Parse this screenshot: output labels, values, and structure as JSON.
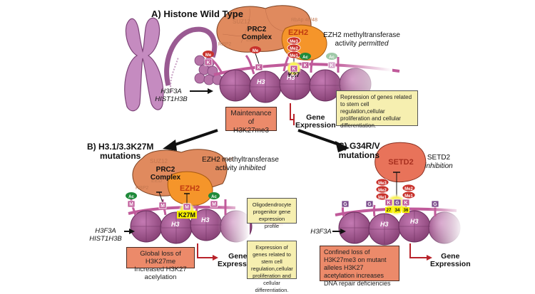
{
  "panels": {
    "a": {
      "title": "A) Histone Wild Type",
      "complex_label_1": "PRC2",
      "complex_label_2": "Complex",
      "subunits": [
        "SUZ12",
        "RbAp 46/48",
        "RBP2",
        "EED"
      ],
      "enzyme": "EZH2",
      "methyl_stack": [
        "Me3",
        "Me2",
        "Me1"
      ],
      "residue": "K27",
      "note_line1": "EZH2 methyltransferase",
      "note_line2_prefix": "activity ",
      "note_line2_em": "permitted",
      "genes": [
        "H3F3A",
        "HIST1H3B"
      ],
      "outcome": "Maintenance of H3K27me3",
      "gene_expression": [
        "Gene",
        "Expression"
      ],
      "effect_box": "Repression of genes related to stem cell regulation,cellular proliferation and cellular differentiation.",
      "marks": [
        "Me",
        "Me",
        "Ac",
        "Ac"
      ]
    },
    "b": {
      "title_line1": "B) H3.1/3.3K27M",
      "title_line2": "mutations",
      "complex_label_1": "PRC2",
      "complex_label_2": "Complex",
      "subunits": [
        "SUZ12",
        "RbAp 46/48",
        "RBP2",
        "EED"
      ],
      "enzyme": "EZH2",
      "residue": "K27M",
      "mutant_tag": "M",
      "note_line1": "EZH2 methyltransferase",
      "note_line2_prefix": "activity ",
      "note_line2_em": "inhibited",
      "genes": [
        "H3F3A",
        "HIST1H3B"
      ],
      "outcome": "Global loss of H3K27me Increased H3K27 acelylation",
      "gene_expression": [
        "Gene",
        "Expression"
      ],
      "marks": [
        "Ac",
        "Ac"
      ]
    },
    "center": {
      "top_box": "Oligodendrocyte progenitor gene expression profile",
      "bottom_box": "Expression of genes related to stem cell regulation,cellular proliferation and cellular differentiation."
    },
    "c": {
      "title_line1": "C) G34R/V",
      "title_line2": "mutations",
      "enzyme": "SETD2",
      "note_line1": "SETD2",
      "note_line2_em": "inhibition",
      "methyl_stack_left": [
        "Me3",
        "Me2",
        "Me1"
      ],
      "methyl_stack_right": [
        "Me2",
        "Me1"
      ],
      "residues": [
        "K",
        "G",
        "K"
      ],
      "residue_numbers": [
        "27",
        "34",
        "36"
      ],
      "mutant_tag": "G",
      "genes": [
        "H3F3A"
      ],
      "outcome": "Confined loss of H3K27me3 on mutant alleles H3K27 acetylation increases DNA repair deficiencies",
      "gene_expression": [
        "Gene",
        "Expression"
      ]
    }
  },
  "histone_label": "H3",
  "lysine_tag": "K",
  "colors": {
    "prc2": "#e08a5e",
    "ezh2": "#f5952a",
    "setd2": "#e8735a",
    "nucleosome": "#a85a96",
    "methyl": "#c8322c",
    "acetyl": "#1f8a3a",
    "highlight": "#f7f000",
    "outcome_box": "#ec8a6a",
    "effect_box": "#f6efb0",
    "repression_line": "#b8232a"
  }
}
